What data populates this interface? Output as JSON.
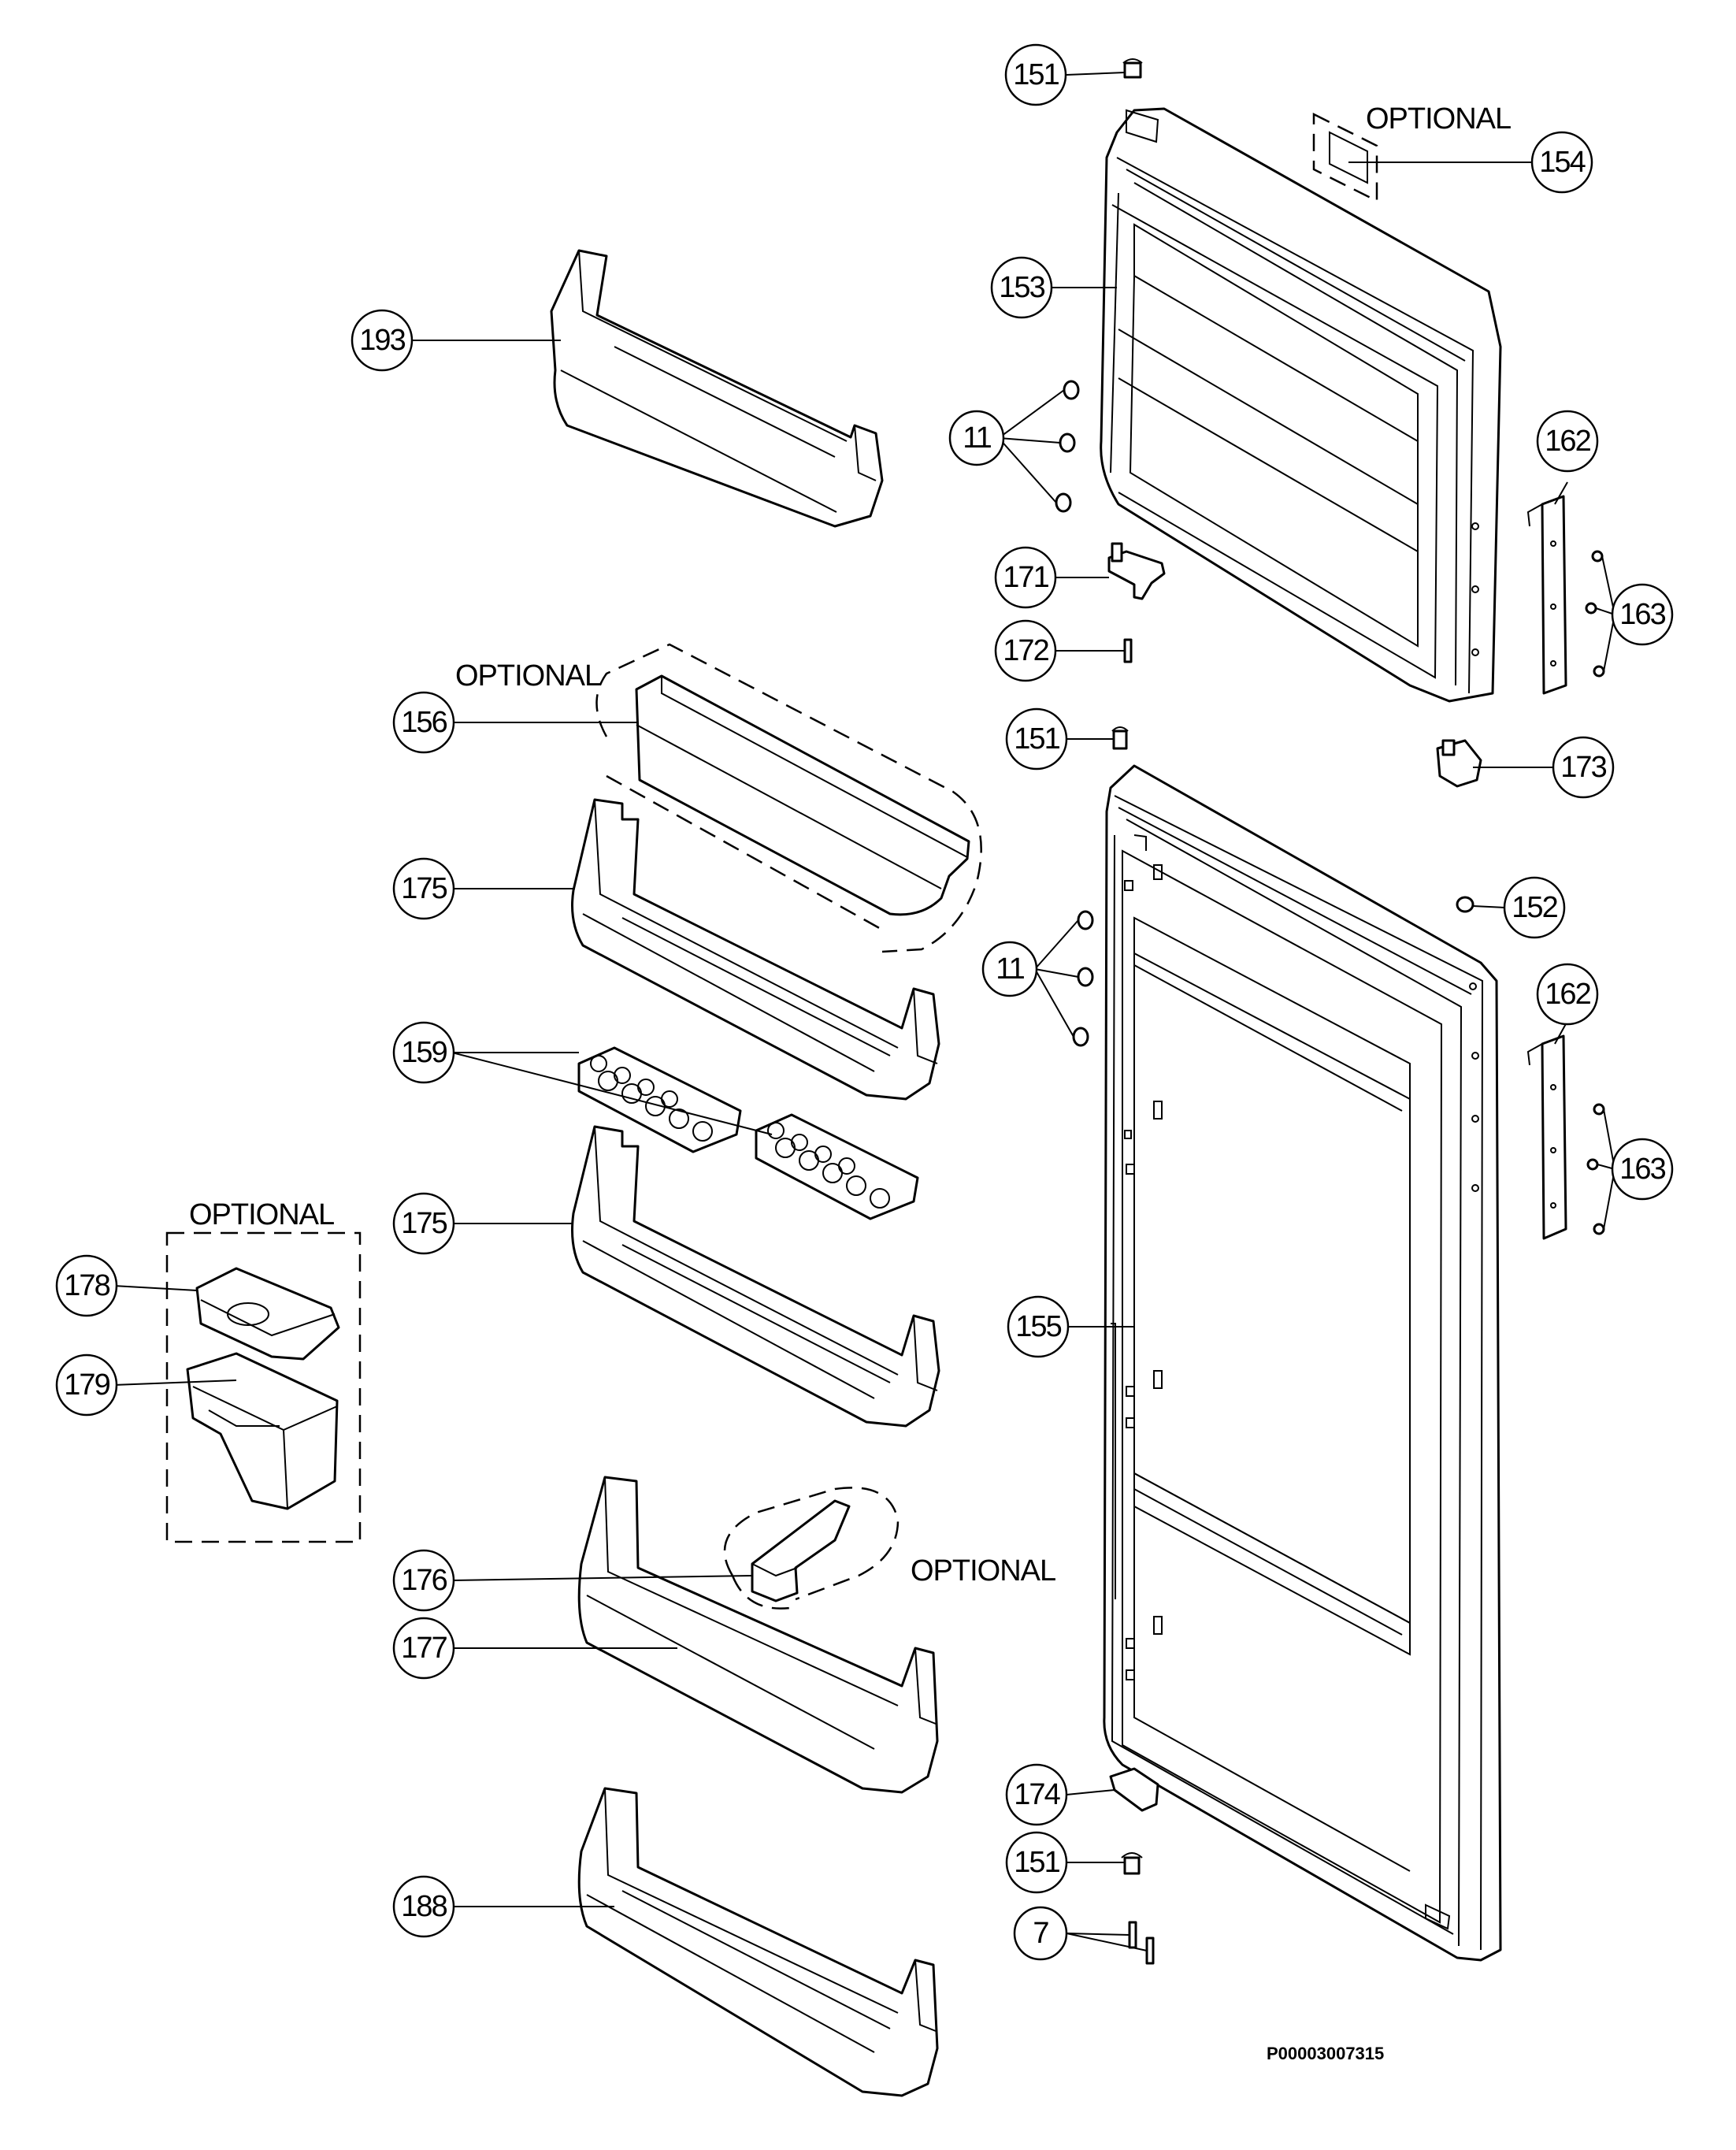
{
  "diagram": {
    "drawing_code": "P00003007315",
    "optional_label": "OPTIONAL",
    "callouts": [
      {
        "id": "c151a",
        "label": "151"
      },
      {
        "id": "c154",
        "label": "154"
      },
      {
        "id": "c153",
        "label": "153"
      },
      {
        "id": "c193",
        "label": "193"
      },
      {
        "id": "c11a",
        "label": "11"
      },
      {
        "id": "c162a",
        "label": "162"
      },
      {
        "id": "c171",
        "label": "171"
      },
      {
        "id": "c163a",
        "label": "163"
      },
      {
        "id": "c172",
        "label": "172"
      },
      {
        "id": "c156",
        "label": "156"
      },
      {
        "id": "c151b",
        "label": "151"
      },
      {
        "id": "c173",
        "label": "173"
      },
      {
        "id": "c175a",
        "label": "175"
      },
      {
        "id": "c152",
        "label": "152"
      },
      {
        "id": "c11b",
        "label": "11"
      },
      {
        "id": "c162b",
        "label": "162"
      },
      {
        "id": "c159",
        "label": "159"
      },
      {
        "id": "c163b",
        "label": "163"
      },
      {
        "id": "c175b",
        "label": "175"
      },
      {
        "id": "c178",
        "label": "178"
      },
      {
        "id": "c155",
        "label": "155"
      },
      {
        "id": "c179",
        "label": "179"
      },
      {
        "id": "c176",
        "label": "176"
      },
      {
        "id": "c177",
        "label": "177"
      },
      {
        "id": "c174",
        "label": "174"
      },
      {
        "id": "c151c",
        "label": "151"
      },
      {
        "id": "c188",
        "label": "188"
      },
      {
        "id": "c7",
        "label": "7"
      }
    ]
  }
}
